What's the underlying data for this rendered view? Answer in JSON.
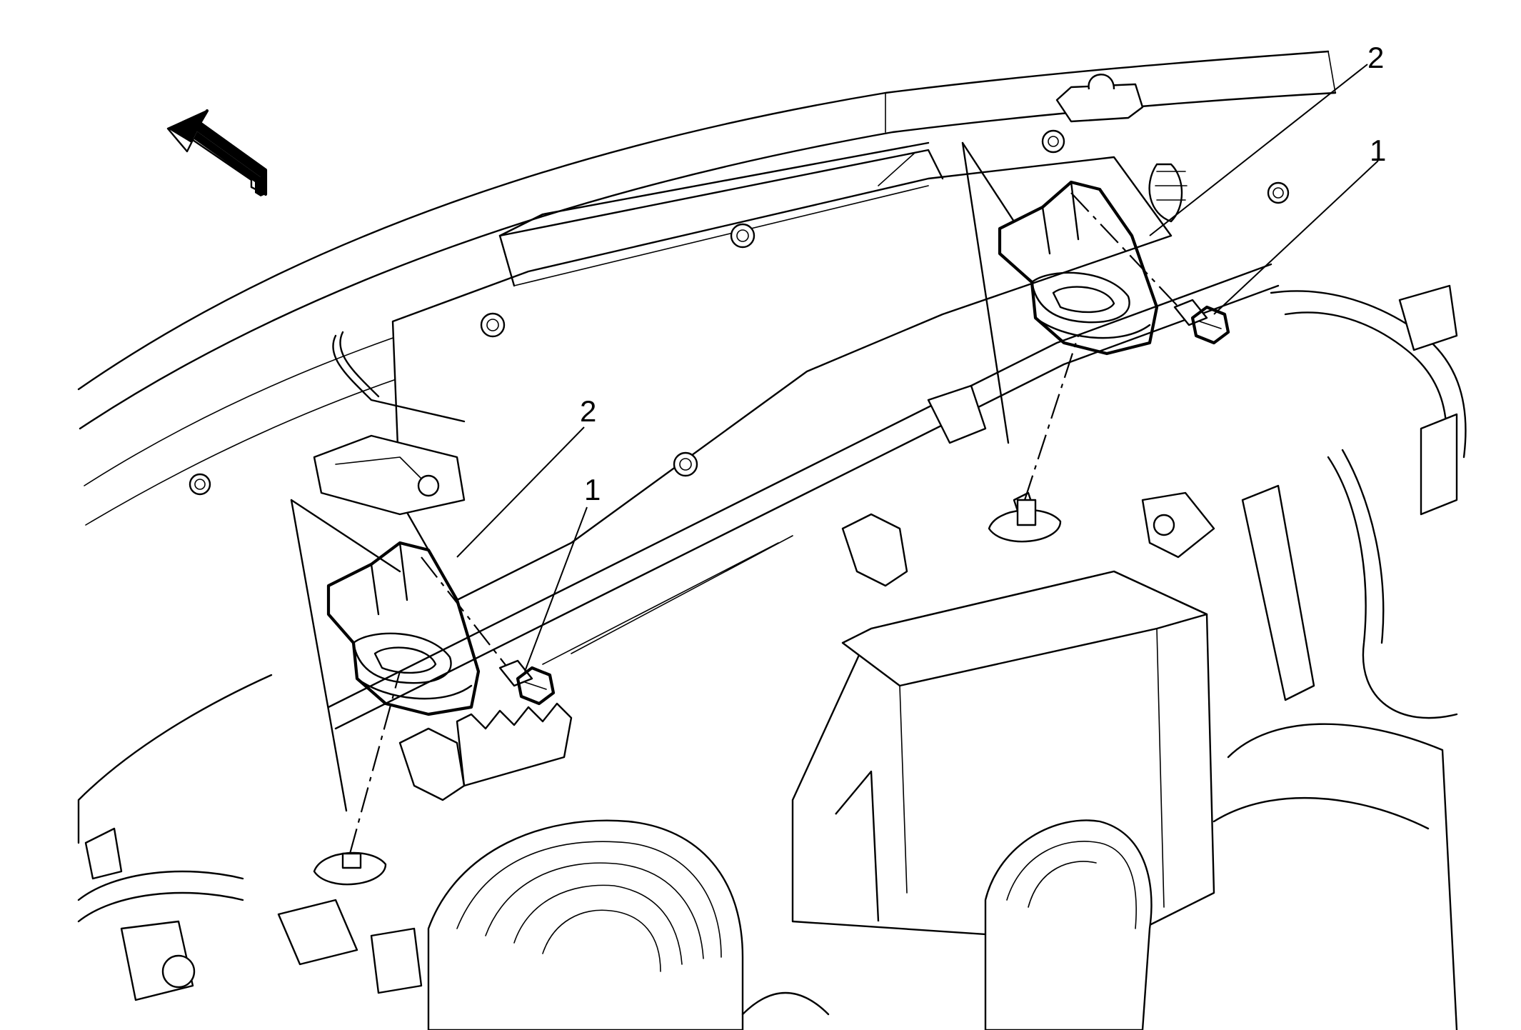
{
  "callouts": {
    "right_horn_label": "2",
    "right_bolt_label": "1",
    "left_horn_label": "2",
    "left_bolt_label": "1"
  },
  "icons": {
    "direction_arrow": "forward-direction-arrow-icon",
    "horn": "horn-icon",
    "bolt": "bolt-icon"
  },
  "colors": {
    "line": "#000000",
    "background": "#ffffff"
  }
}
